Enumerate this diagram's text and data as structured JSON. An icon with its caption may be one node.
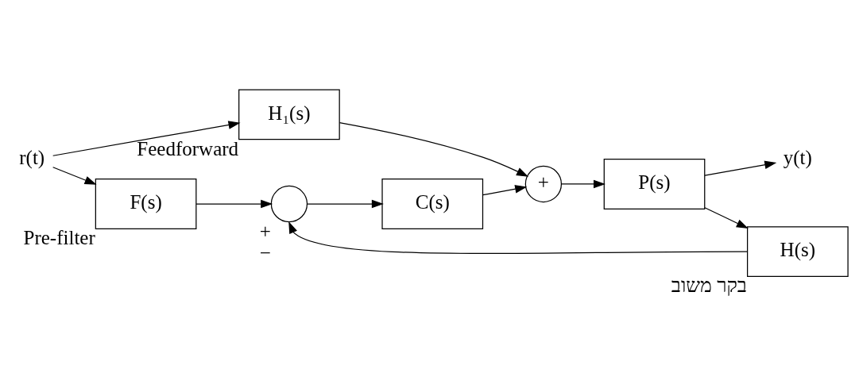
{
  "diagram": {
    "nodes": [
      {
        "text": [
          "r(t)"
        ]
      },
      {
        "text": [
          "H₁(s)"
        ],
        "beside": [
          "Feedforward"
        ]
      },
      {
        "text": [
          "F(s)"
        ],
        "beside": [
          "Pre-filter"
        ]
      },
      {
        "text": [],
        "shape": "circle",
        "beside": [
          "+",
          "−"
        ]
      },
      {
        "text": [
          "C(s)"
        ]
      },
      {
        "text": [
          "+"
        ]
      },
      {
        "text": [
          "P(s)"
        ]
      },
      {
        "text": [
          "y(t)"
        ]
      },
      {
        "text": [
          "H(s)"
        ],
        "beside": [
          "בקר משוב"
        ]
      }
    ],
    "edges": [
      {
        "from": 0,
        "to": 2,
        "arrow": "to"
      },
      {
        "from": 0,
        "to": 1,
        "arrow": "to"
      },
      {
        "from": 2,
        "to": 3,
        "arrow": "to"
      },
      {
        "from": 3,
        "to": 4,
        "arrow": "to"
      },
      {
        "from": 4,
        "to": 5,
        "arrow": "to"
      },
      {
        "from": 1,
        "to": 5,
        "arrow": "to"
      },
      {
        "from": 5,
        "to": 6,
        "arrow": "to"
      },
      {
        "from": 6,
        "to": 7,
        "arrow": "to"
      },
      {
        "from": 6,
        "to": 8,
        "arrow": "to"
      },
      {
        "from": 8,
        "to": 3,
        "arrow": "to"
      }
    ]
  }
}
